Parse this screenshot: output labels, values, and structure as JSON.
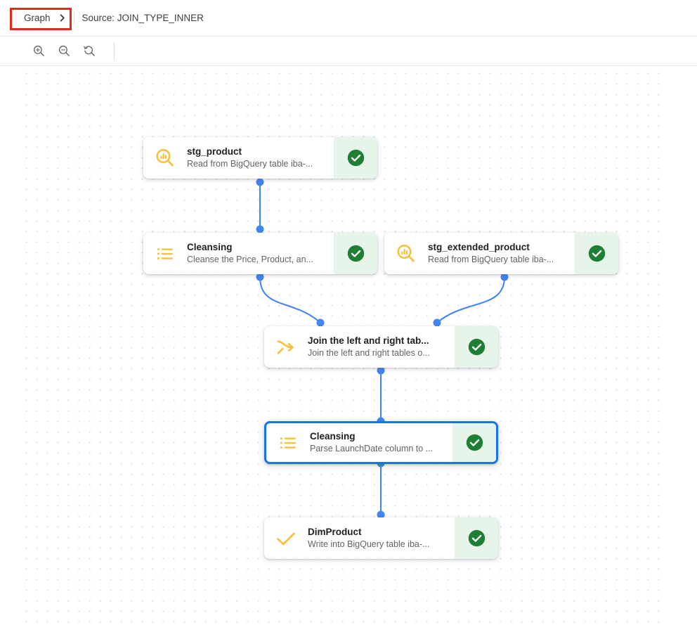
{
  "header": {
    "breadcrumb_graph": "Graph",
    "chevron_icon": "chevron-right-icon",
    "source_label": "Source: JOIN_TYPE_INNER",
    "annotation_color": "#e02b20"
  },
  "toolbar": {
    "buttons": [
      {
        "name": "zoom-in-button",
        "icon": "zoom-in-icon",
        "tooltip": "Zoom in"
      },
      {
        "name": "zoom-out-button",
        "icon": "zoom-out-icon",
        "tooltip": "Zoom out"
      },
      {
        "name": "zoom-reset-button",
        "icon": "zoom-reset-icon",
        "tooltip": "Reset zoom"
      }
    ]
  },
  "canvas": {
    "grid": "dotted",
    "accent_color": "#4285f4",
    "icon_color": "#f9c03a",
    "status_bg": "#e6f4ea",
    "status_color": "#1e8e3e",
    "selected_color": "#1a73e8"
  },
  "graph": {
    "nodes": [
      {
        "id": "stg_product",
        "title": "stg_product",
        "description": "Read from BigQuery table iba-...",
        "icon": "data-query-icon",
        "status": "check-circle-icon",
        "selected": false
      },
      {
        "id": "cleansing_1",
        "title": "Cleansing",
        "description": "Cleanse the Price, Product, an...",
        "icon": "list-icon",
        "status": "check-circle-icon",
        "selected": false
      },
      {
        "id": "stg_extended_product",
        "title": "stg_extended_product",
        "description": "Read from BigQuery table iba-...",
        "icon": "data-query-icon",
        "status": "check-circle-icon",
        "selected": false
      },
      {
        "id": "join",
        "title": "Join the left and right tab...",
        "description": "Join the left and right tables o...",
        "icon": "join-merge-icon",
        "status": "check-circle-icon",
        "selected": false
      },
      {
        "id": "cleansing_2",
        "title": "Cleansing",
        "description": "Parse LaunchDate column to ...",
        "icon": "list-icon",
        "status": "check-circle-icon",
        "selected": true
      },
      {
        "id": "dim_product",
        "title": "DimProduct",
        "description": "Write into BigQuery table iba-...",
        "icon": "checkmark-icon",
        "status": "check-circle-icon",
        "selected": false
      }
    ]
  }
}
